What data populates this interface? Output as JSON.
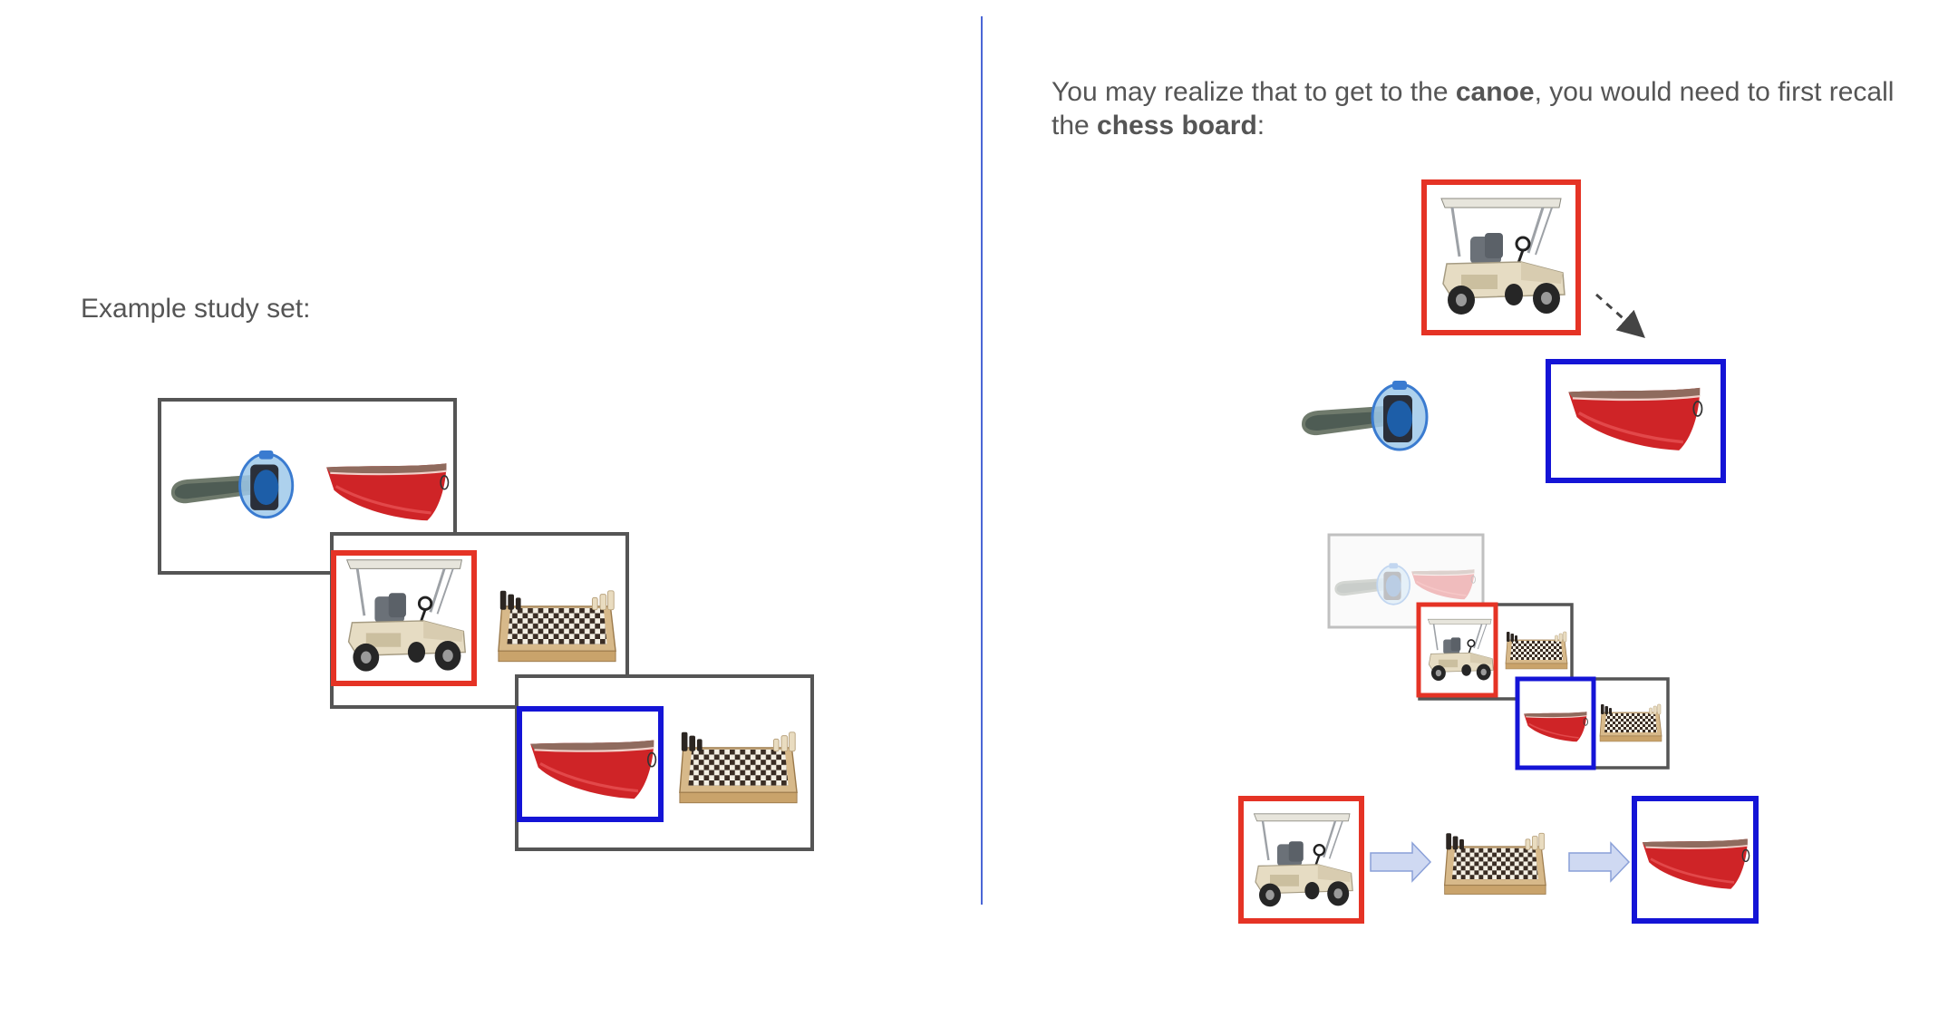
{
  "left_panel": {
    "heading": "Example study set:"
  },
  "right_panel": {
    "text_part1": "You may realize that to get to the ",
    "bold1": "canoe",
    "text_part2": ", you would need to first recall the ",
    "bold2": "chess board",
    "text_part3": ":"
  },
  "colors": {
    "cue_frame": "#e53325",
    "target_frame": "#1414d6",
    "pair_frame": "#555555",
    "divider": "#4b66d6",
    "arrow_fill": "#cfd9f2"
  },
  "objects": [
    "chainsaw",
    "canoe",
    "golf cart",
    "chess board"
  ]
}
